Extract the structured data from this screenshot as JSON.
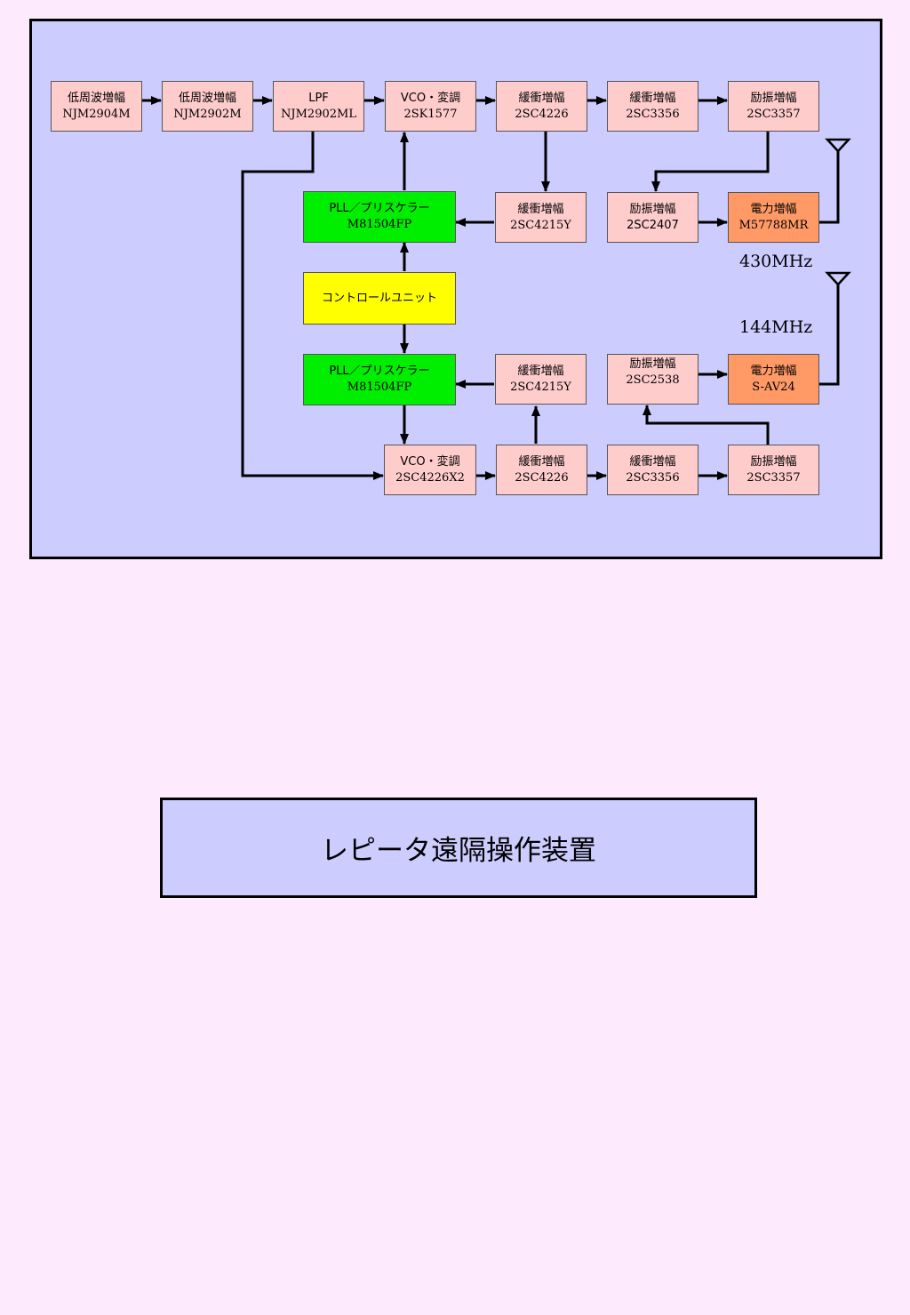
{
  "title": "レピータ遠隔操作装置",
  "colors": {
    "background": "#fdeafd",
    "panel": "#ccccff",
    "amp_block": "#ffcccc",
    "pll_block": "#00ee00",
    "control_block": "#ffff00",
    "power_block": "#ff9966"
  },
  "freq_labels": {
    "band_430": "430MHz",
    "band_144": "144MHz"
  },
  "blocks": {
    "af_amp_1": {
      "name": "低周波増幅",
      "part": "NJM2904M"
    },
    "af_amp_2": {
      "name": "低周波増幅",
      "part": "NJM2902M"
    },
    "lpf": {
      "name": "LPF",
      "part": "NJM2902ML"
    },
    "vco_430": {
      "name": "VCO・変調",
      "part": "2SK1577"
    },
    "buf_430_1": {
      "name": "緩衝増幅",
      "part": "2SC4226"
    },
    "buf_430_2": {
      "name": "緩衝増幅",
      "part": "2SC3356"
    },
    "drv_430_1": {
      "name": "励振増幅",
      "part": "2SC3357"
    },
    "pll_430": {
      "name": "PLL／プリスケラー",
      "part": "M81504FP"
    },
    "buf_430_pll": {
      "name": "緩衝増幅",
      "part": "2SC4215Y"
    },
    "drv_430_2": {
      "name": "励振増幅",
      "part": "2SC2407"
    },
    "pa_430": {
      "name": "電力増幅",
      "part": "M57788MR"
    },
    "control": {
      "name": "コントロールユニット"
    },
    "pll_144": {
      "name": "PLL／プリスケラー",
      "part": "M81504FP"
    },
    "buf_144_pll": {
      "name": "緩衝増幅",
      "part": "2SC4215Y"
    },
    "drv_144_2": {
      "name": "励振増幅",
      "part": "2SC2538"
    },
    "pa_144": {
      "name": "電力増幅",
      "part": "S-AV24"
    },
    "vco_144": {
      "name": "VCO・変調",
      "part": "2SC4226X2"
    },
    "buf_144_1": {
      "name": "緩衝増幅",
      "part": "2SC4226"
    },
    "buf_144_2": {
      "name": "緩衝増幅",
      "part": "2SC3356"
    },
    "drv_144_1": {
      "name": "励振増幅",
      "part": "2SC3357"
    }
  }
}
